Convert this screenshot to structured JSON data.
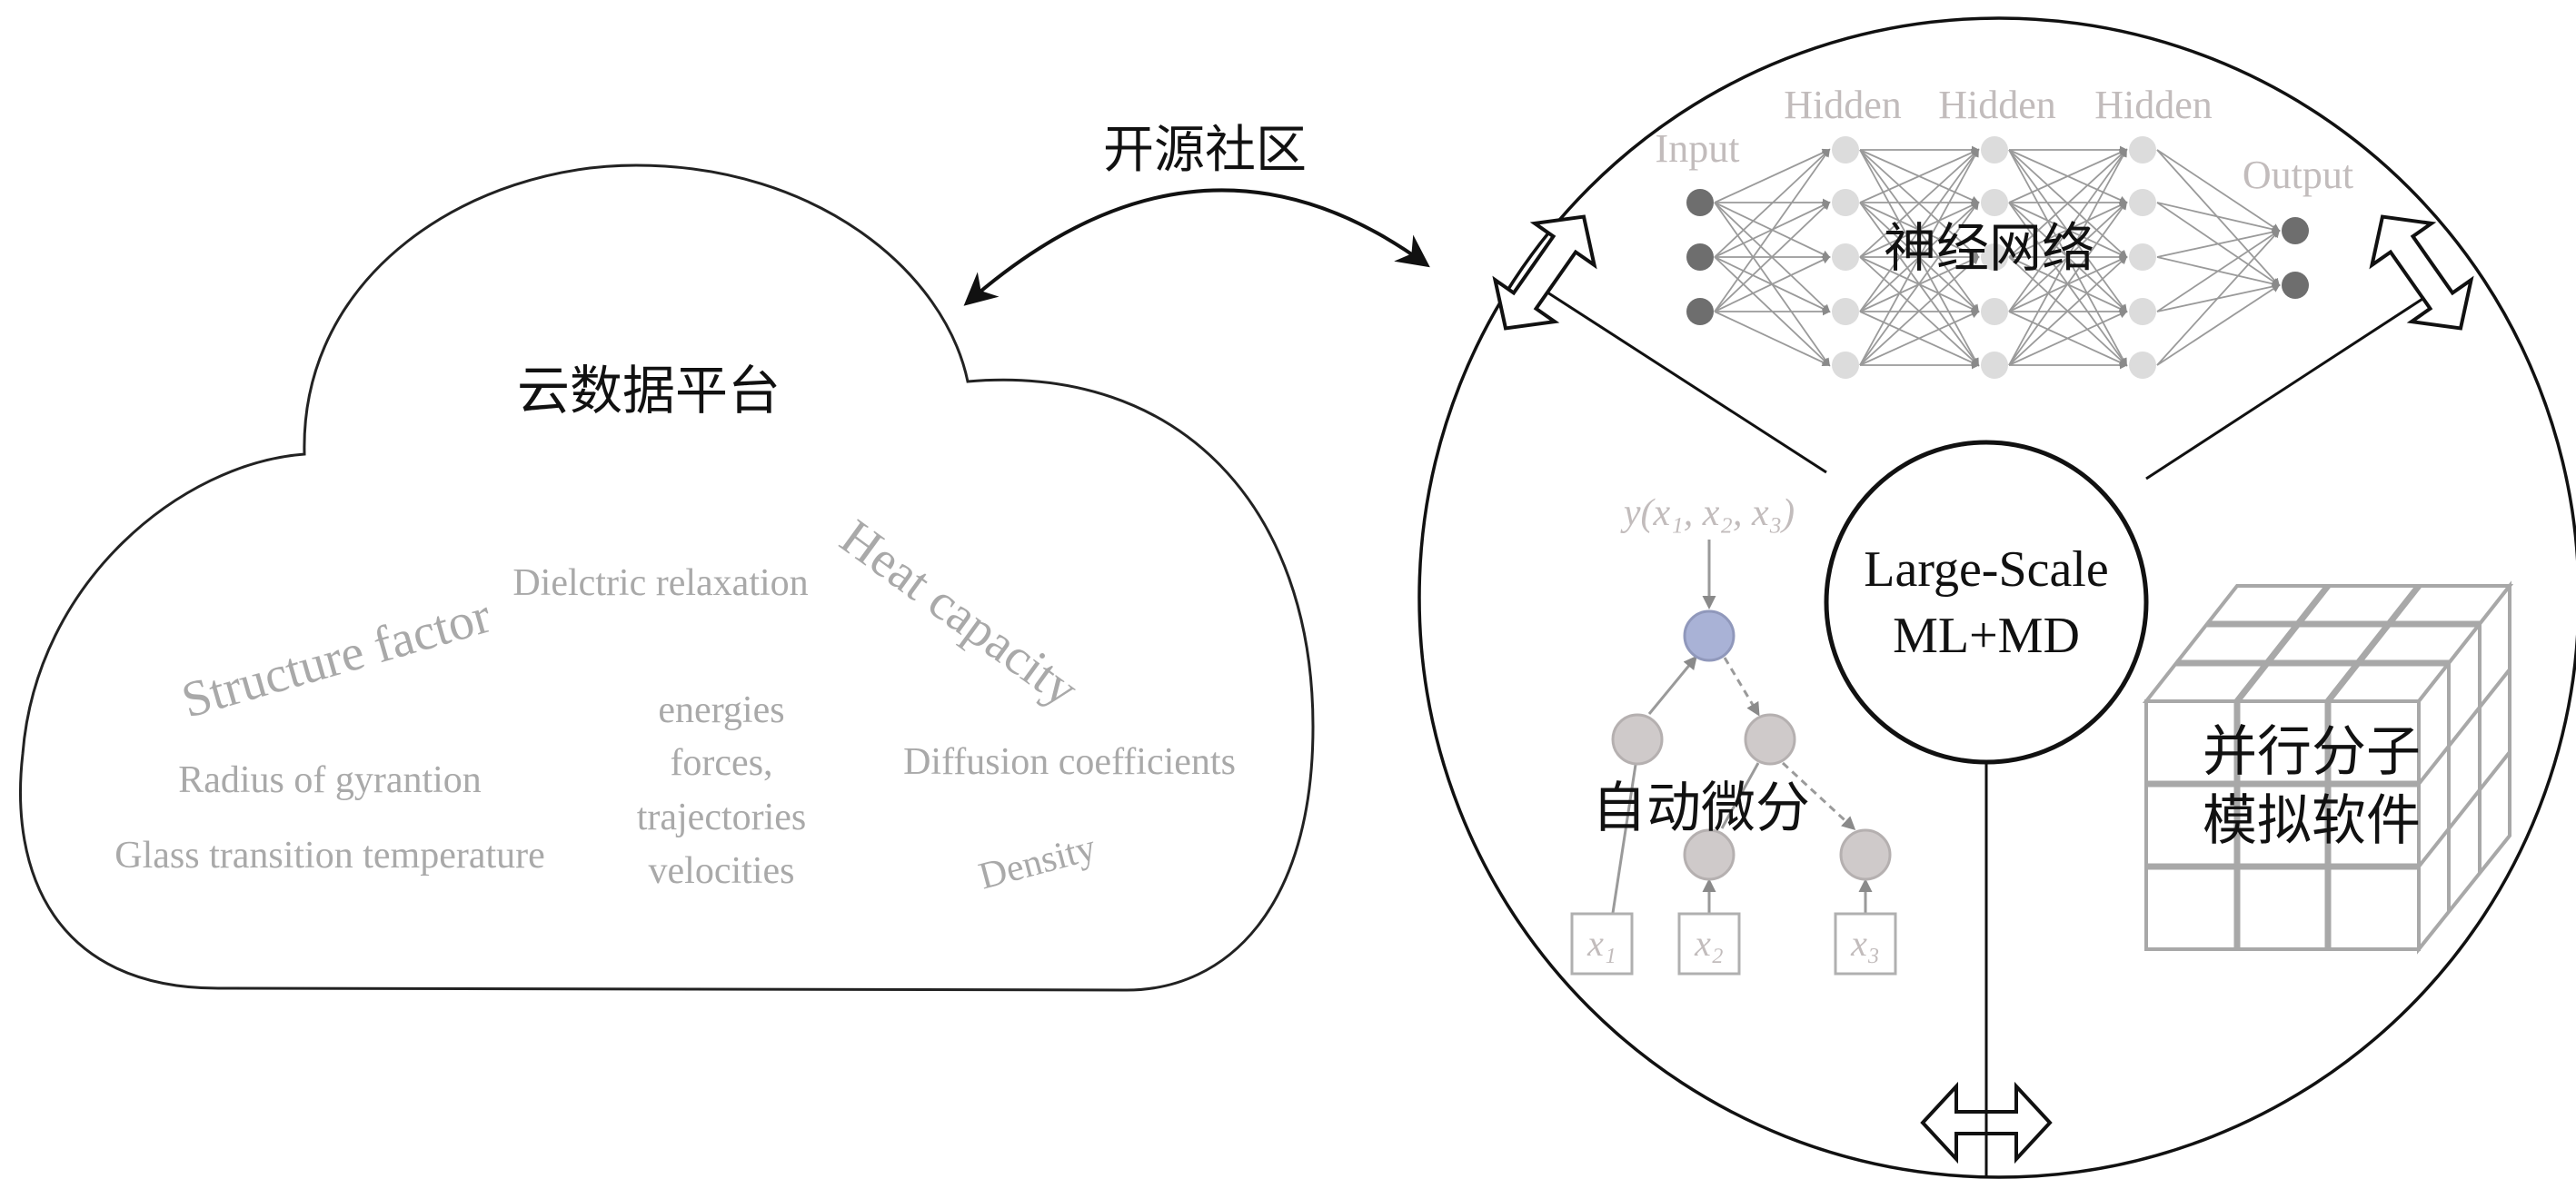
{
  "top_label": "开源社区",
  "cloud": {
    "title": "云数据平台",
    "terms": {
      "dielectric": "Dielctric relaxation",
      "heat_capacity": "Heat capacity",
      "structure_factor": "Structure factor",
      "energies": "energies",
      "forces": "forces,",
      "trajectories": "trajectories",
      "velocities": "velocities",
      "diffusion": "Diffusion coefficients",
      "radius": "Radius of gyrantion",
      "glass": "Glass transition temperature",
      "density": "Density"
    }
  },
  "hub": {
    "line1": "Large-Scale",
    "line2": "ML+MD"
  },
  "neural_network": {
    "title": "神经网络",
    "input_label": "Input",
    "hidden_labels": [
      "Hidden",
      "Hidden",
      "Hidden"
    ],
    "output_label": "Output",
    "layer_sizes": [
      3,
      5,
      5,
      5,
      2
    ]
  },
  "autodiff": {
    "title": "自动微分",
    "function_label": "y(x₁, x₂, x₃)",
    "inputs": [
      "x₁",
      "x₂",
      "x₃"
    ]
  },
  "md_software": {
    "line1": "并行分子",
    "line2": "模拟软件"
  },
  "colors": {
    "outline": "#111111",
    "term_gray": "#a9a9a9",
    "dark_node": "#6e6e6e",
    "light_node": "#dcdcdc",
    "blue_node": "#a9b2d6",
    "gray_node": "#cfcaca"
  }
}
